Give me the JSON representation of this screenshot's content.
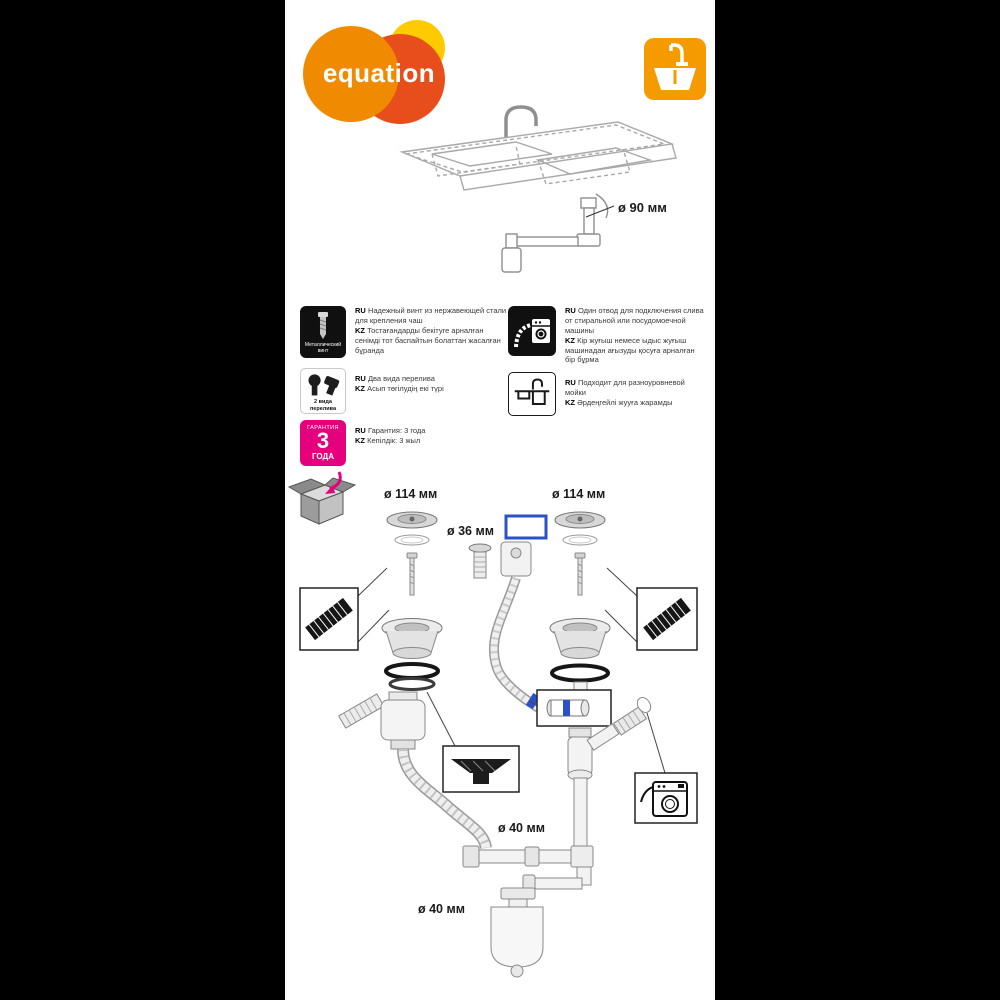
{
  "brand": {
    "name": "equation"
  },
  "colors": {
    "logo_orange": "#F08A00",
    "logo_red": "#E84E1B",
    "logo_yellow": "#FFCB00",
    "badge_orange": "#F59B00",
    "accent_magenta": "#E5007D",
    "overflow_blue": "#2B51C8"
  },
  "lang_tags": {
    "ru": "RU",
    "kz": "KZ"
  },
  "sink_overview": {
    "drain_label": "ø 90 мм"
  },
  "features": {
    "metal_screw": {
      "icon_caption": "Металлический\nвинт",
      "ru": "Надежный винт из нержавеющей стали для крепления чаш",
      "kz": "Тостағандарды бекітуге арналған сенімді тот баспайтын болаттан жасалған бұранда"
    },
    "overflow_types": {
      "icon_caption": "2 вида\nперелива",
      "ru": "Два вида перелива",
      "kz": "Асып төгілудің екі түрі"
    },
    "warranty": {
      "badge_line1": "ГАРАНТИЯ",
      "badge_line2": "3",
      "badge_line3": "ГОДА",
      "ru": "Гарантия: 3 года",
      "kz": "Кепілдік: 3 жыл"
    },
    "machine_outlet": {
      "ru": "Один отвод для подключения слива от стиральной или посудомоечной машины",
      "kz": "Кір жуғыш немесе ыдыс жуғыш машинадан ағызуды қосуға арналған бір бұрма"
    },
    "multilevel_sink": {
      "ru": "Подходит для разноуровневой мойки",
      "kz": "Әрдеңгейлі жууға жарамды"
    }
  },
  "parts": {
    "strainer_left_diameter": "ø 114 мм",
    "strainer_right_diameter": "ø 114 мм",
    "overflow_diameter": "ø 36 мм",
    "outlet_diameter_mid": "ø 40 мм",
    "outlet_diameter_bottom": "ø 40 мм"
  }
}
